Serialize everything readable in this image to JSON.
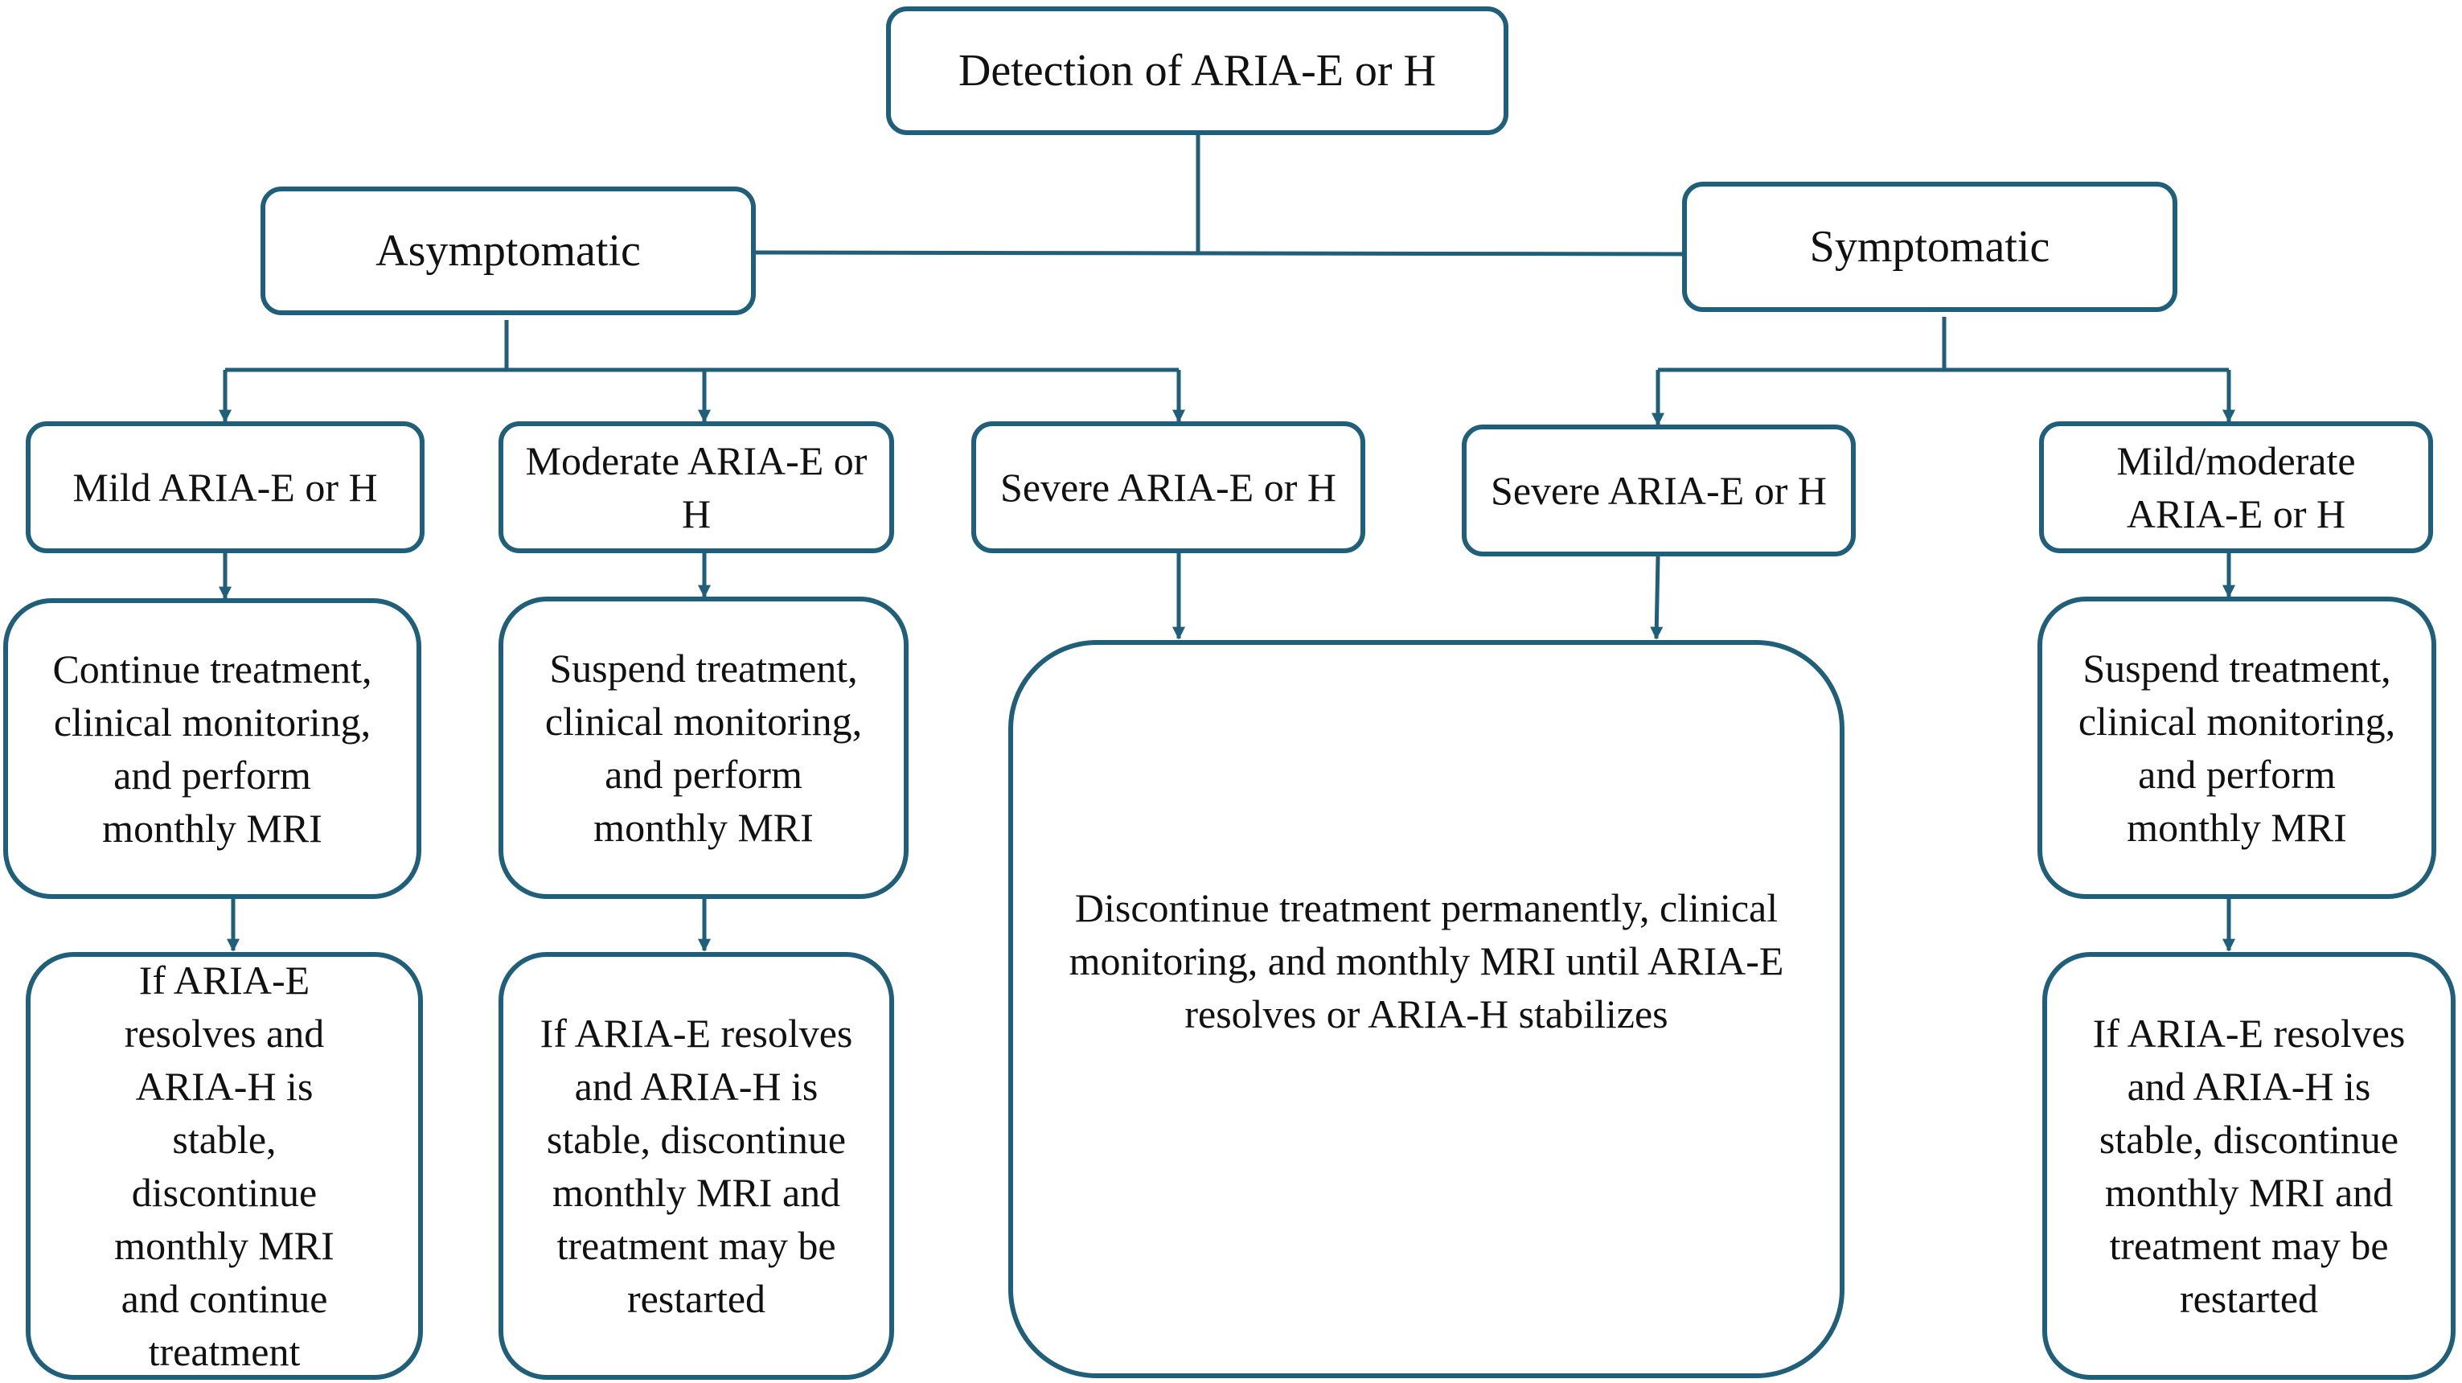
{
  "colors": {
    "stroke": "#1f5f7a",
    "text": "#111111",
    "background": "#ffffff"
  },
  "diagram": {
    "root": "Detection of ARIA-E or H",
    "asymptomatic": {
      "label": "Asymptomatic",
      "mild": {
        "label": "Mild ARIA-E or H",
        "action": "Continue treatment, clinical monitoring, and perform monthly MRI",
        "followup": "If ARIA-E resolves and ARIA-H is stable, discontinue monthly MRI and continue treatment"
      },
      "moderate": {
        "label": "Moderate ARIA-E or H",
        "action": "Suspend treatment, clinical monitoring, and perform monthly MRI",
        "followup": "If ARIA-E resolves and ARIA-H is stable, discontinue monthly MRI and treatment may be restarted"
      },
      "severe": {
        "label": "Severe ARIA-E or H"
      }
    },
    "symptomatic": {
      "label": "Symptomatic",
      "severe": {
        "label": "Severe ARIA-E or H"
      },
      "mild_moderate": {
        "label": "Mild/moderate ARIA-E or H",
        "action": "Suspend treatment, clinical monitoring, and perform monthly MRI",
        "followup": "If ARIA-E resolves and ARIA-H is stable, discontinue monthly MRI and treatment may be restarted"
      }
    },
    "severe_outcome": "Discontinue treatment permanently, clinical monitoring, and monthly MRI until ARIA-E resolves or ARIA-H stabilizes"
  }
}
